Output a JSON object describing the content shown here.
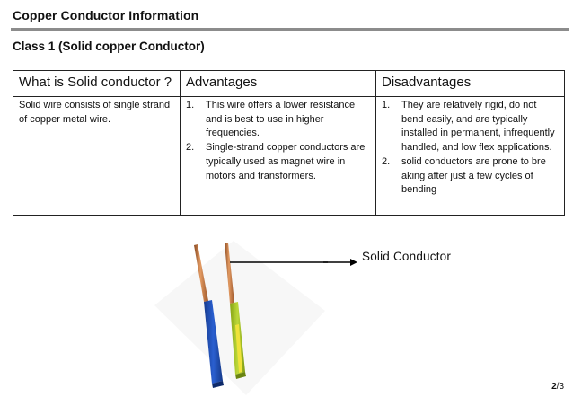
{
  "slide": {
    "title": "Copper Conductor Information",
    "subtitle": "Class 1 (Solid copper Conductor)",
    "page_current": "2",
    "page_separator": "/",
    "page_total": "3"
  },
  "table": {
    "headers": [
      "What is Solid conductor ?",
      "Advantages",
      "Disadvantages"
    ],
    "definition": "Solid wire consists of single strand of copper metal wire.",
    "advantages": [
      {
        "num": "1.",
        "text": "This wire offers a lower resistance and is best to use in higher frequencies."
      },
      {
        "num": "2.",
        "text": "Single-strand copper conductors are typically used as magnet wire in motors and transformers."
      }
    ],
    "disadvantages": [
      {
        "num": "1.",
        "text": "They are relatively rigid, do not bend easily, and are typically installed in permanent, infrequently handled, and low flex applications."
      },
      {
        "num": "2.",
        "text": "solid conductors are prone to bre aking after just a few cycles of bending"
      }
    ]
  },
  "illustration": {
    "callout_label": "Solid Conductor",
    "colors": {
      "copper": "#c0703a",
      "blue_insulation": "#1f4fb8",
      "green_insulation": "#a8c81e",
      "yellow_stripe": "#efe23a",
      "arrow": "#000000"
    }
  }
}
